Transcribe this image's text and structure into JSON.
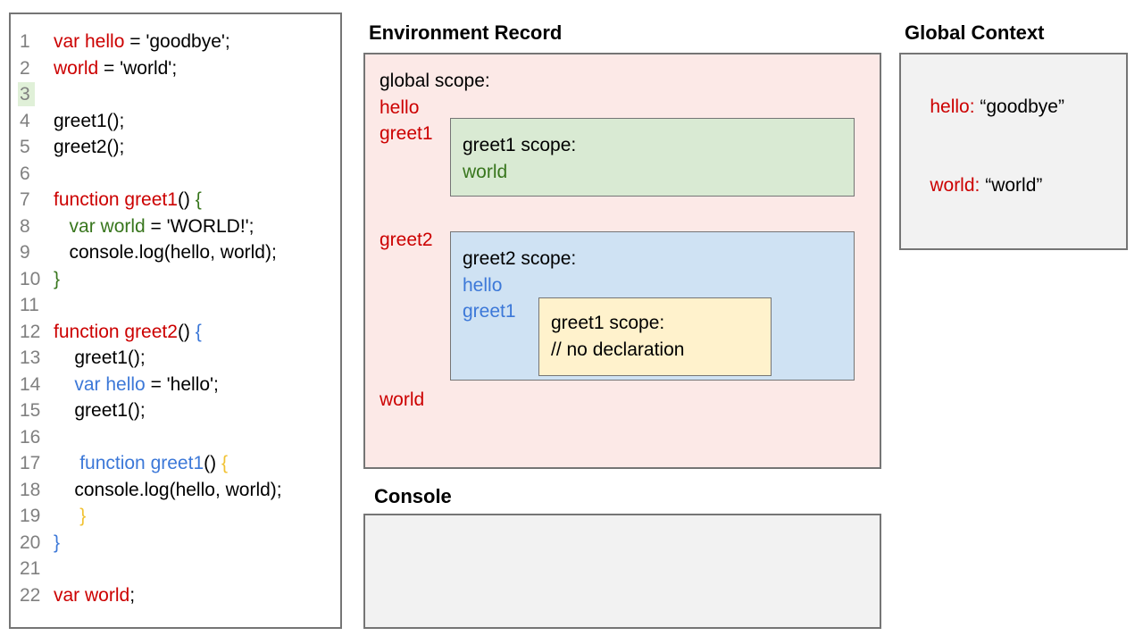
{
  "palette": {
    "red": "#cc0000",
    "green": "#38761d",
    "blue": "#3c78d8",
    "gold": "#f1c232",
    "gray": "#808080",
    "border": "#757575",
    "pink_bg": "#fce9e7",
    "green_bg": "#d9ead3",
    "blue_bg": "#cfe2f3",
    "yellow_bg": "#fff2cc",
    "gray_bg": "#f2f2f2",
    "line_hl": "#e0f0d8"
  },
  "code_panel": {
    "lines": [
      {
        "n": "1",
        "tokens": [
          [
            "red",
            "var hello"
          ],
          [
            "black",
            " = 'goodbye';"
          ]
        ]
      },
      {
        "n": "2",
        "tokens": [
          [
            "red",
            "world"
          ],
          [
            "black",
            " = 'world';"
          ]
        ]
      },
      {
        "n": "3",
        "highlight": true,
        "tokens": []
      },
      {
        "n": "4",
        "tokens": [
          [
            "black",
            "greet1();"
          ]
        ]
      },
      {
        "n": "5",
        "tokens": [
          [
            "black",
            "greet2();"
          ]
        ]
      },
      {
        "n": "6",
        "tokens": []
      },
      {
        "n": "7",
        "tokens": [
          [
            "red",
            "function greet1"
          ],
          [
            "black",
            "() "
          ],
          [
            "green",
            "{"
          ]
        ]
      },
      {
        "n": "8",
        "tokens": [
          [
            "black",
            "   "
          ],
          [
            "green",
            "var world"
          ],
          [
            "black",
            " = 'WORLD!';"
          ]
        ]
      },
      {
        "n": "9",
        "tokens": [
          [
            "black",
            "   console.log(hello, world);"
          ]
        ]
      },
      {
        "n": "10",
        "tokens": [
          [
            "green",
            "}"
          ]
        ]
      },
      {
        "n": "11",
        "tokens": []
      },
      {
        "n": "12",
        "tokens": [
          [
            "red",
            "function greet2"
          ],
          [
            "black",
            "() "
          ],
          [
            "blue",
            "{"
          ]
        ]
      },
      {
        "n": "13",
        "tokens": [
          [
            "black",
            "    greet1();"
          ]
        ]
      },
      {
        "n": "14",
        "tokens": [
          [
            "black",
            "    "
          ],
          [
            "blue",
            "var hello"
          ],
          [
            "black",
            " = 'hello';"
          ]
        ]
      },
      {
        "n": "15",
        "tokens": [
          [
            "black",
            "    greet1();"
          ]
        ]
      },
      {
        "n": "16",
        "tokens": []
      },
      {
        "n": "17",
        "tokens": [
          [
            "black",
            "     "
          ],
          [
            "blue",
            "function greet1"
          ],
          [
            "black",
            "() "
          ],
          [
            "gold",
            "{"
          ]
        ]
      },
      {
        "n": "18",
        "tokens": [
          [
            "black",
            "    console.log(hello, world);"
          ]
        ]
      },
      {
        "n": "19",
        "tokens": [
          [
            "black",
            "     "
          ],
          [
            "gold",
            "}"
          ]
        ]
      },
      {
        "n": "20",
        "tokens": [
          [
            "blue",
            "}"
          ]
        ]
      },
      {
        "n": "21",
        "tokens": []
      },
      {
        "n": "22",
        "tokens": [
          [
            "red",
            "var world"
          ],
          [
            "black",
            ";"
          ]
        ]
      }
    ]
  },
  "environment_record": {
    "title": "Environment Record",
    "global_scope_label": "global scope:",
    "global_vars": [
      "hello",
      "greet1"
    ],
    "greet2_label": "greet2",
    "world_label": "world",
    "greet1_box": {
      "title": "greet1 scope:",
      "vars": [
        "world"
      ]
    },
    "greet2_box": {
      "title": "greet2 scope:",
      "vars": [
        "hello",
        "greet1"
      ],
      "inner_greet1_box": {
        "title": "greet1 scope:",
        "comment": "// no declaration"
      }
    }
  },
  "console_panel": {
    "title": "Console"
  },
  "global_context": {
    "title": "Global Context",
    "entries": [
      {
        "name": "hello:",
        "value": " “goodbye”"
      },
      {
        "name": "world:",
        "value": " “world”"
      }
    ]
  }
}
